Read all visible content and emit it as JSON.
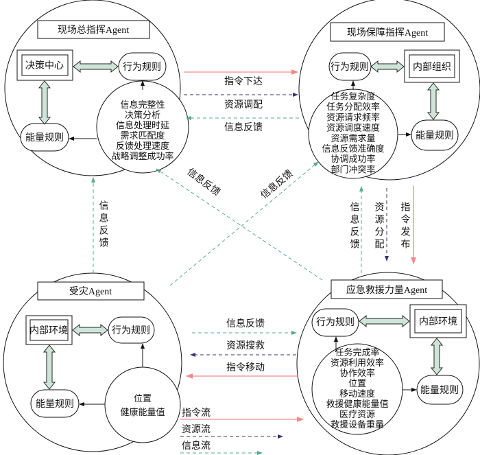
{
  "colors": {
    "command": "#f08c8c",
    "resource": "#34346e",
    "info": "#5aa88e",
    "double_arrow_fill": "#cfe5da"
  },
  "agents": {
    "commander": {
      "title": "现场总指挥Agent",
      "core": "决策中心",
      "behavior": "行为规则",
      "energy": "能量规则",
      "attributes": [
        "信息完整性",
        "决策分析",
        "信息处理时延",
        "需求匹配度",
        "反馈处理速度",
        "战略调整成功率"
      ]
    },
    "support": {
      "title": "现场保障指挥Agent",
      "core": "内部组织",
      "behavior": "行为规则",
      "energy": "能量规则",
      "attributes": [
        "任务复杂度",
        "任务分配效率",
        "资源请求频率",
        "资源调度速度",
        "资源需求量",
        "信息反馈准确度",
        "协调成功率",
        "部门冲突率"
      ]
    },
    "victim": {
      "title": "受灾Agent",
      "core": "内部环境",
      "behavior": "行为规则",
      "energy": "能量规则",
      "attributes": [
        "位置",
        "健康能量值"
      ]
    },
    "rescue": {
      "title": "应急救援力量Agent",
      "core": "内部环境",
      "behavior": "行为规则",
      "energy": "能量规则",
      "attributes": [
        "任务完成率",
        "资源利用效率",
        "协作效率",
        "位置",
        "移动速度",
        "救援健康能量值",
        "医疗资源",
        "救援设备重量"
      ]
    }
  },
  "flows": {
    "top": [
      "指令下达",
      "资源调配",
      "信息反馈"
    ],
    "left_vertical": "信息反馈",
    "diag_left": "信息反馈",
    "diag_right": "信息反馈",
    "right_vertical": [
      "信息反馈",
      "资源分配",
      "指令发布"
    ],
    "bottom": [
      "信息反馈",
      "资源搜救",
      "指令移动"
    ]
  },
  "legend": {
    "command": "指令流",
    "resource": "资源流",
    "info": "信息流"
  }
}
